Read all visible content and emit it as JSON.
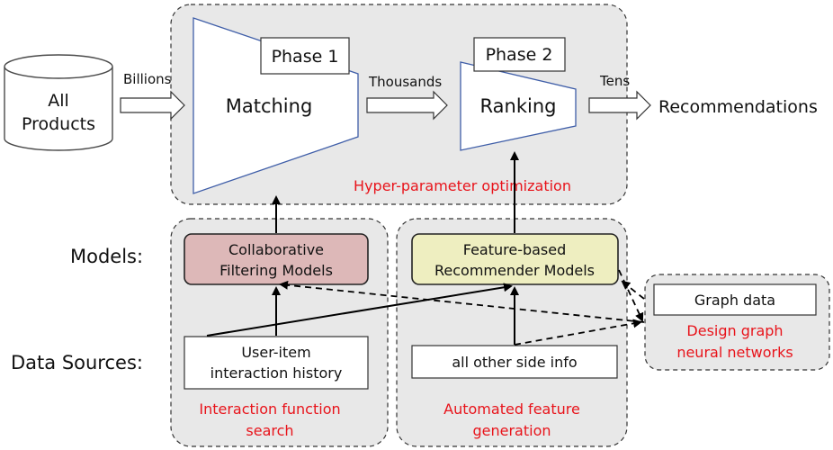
{
  "inputs": {
    "all_products": [
      "All",
      "Products"
    ]
  },
  "flow_labels": {
    "billions": "Billions",
    "thousands": "Thousands",
    "tens": "Tens"
  },
  "phases": {
    "phase1": {
      "tag": "Phase 1",
      "label": "Matching"
    },
    "phase2": {
      "tag": "Phase 2",
      "label": "Ranking"
    }
  },
  "output": "Recommendations",
  "hyper_parameter_caption": "Hyper-parameter optimization",
  "row_labels": {
    "models": "Models:",
    "data_sources": "Data Sources:"
  },
  "models": {
    "collaborative": [
      "Collaborative",
      "Filtering Models"
    ],
    "feature_based": [
      "Feature-based",
      "Recommender Models"
    ]
  },
  "data_sources": {
    "user_item": [
      "User-item",
      "interaction history"
    ],
    "side_info": "all other side info"
  },
  "captions": {
    "interaction_function": [
      "Interaction function",
      "search"
    ],
    "automated_feature": [
      "Automated feature",
      "generation"
    ]
  },
  "graph": {
    "data_label": "Graph data",
    "caption": [
      "Design graph",
      "neural networks"
    ]
  },
  "colors": {
    "accent_red": "#e8141b",
    "collaborative_fill": "#ddb8b8",
    "feature_fill": "#eeeec0",
    "group_fill": "#e8e8e8",
    "funnel_stroke": "#3f5ea8"
  }
}
